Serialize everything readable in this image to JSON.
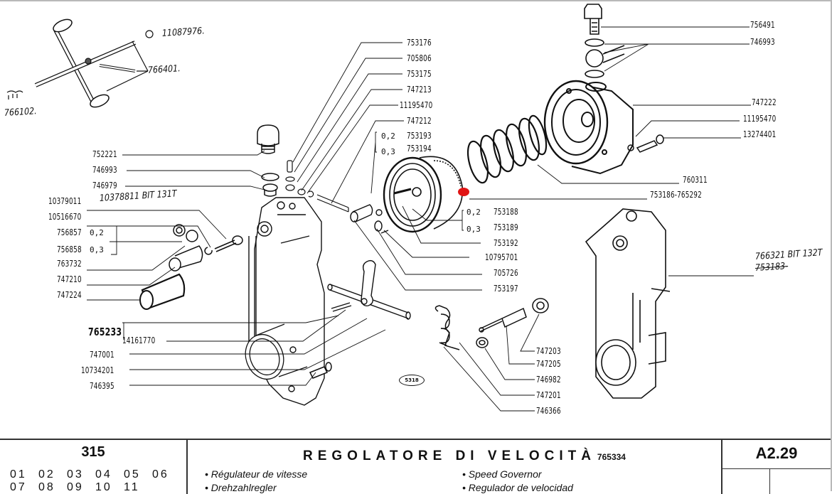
{
  "diagram": {
    "photo_code": "5318",
    "marker_color": "#e01414",
    "handwritten": {
      "top_left_pin": "766102.",
      "top_left_assembly": "766401.",
      "top_left_clip": "11087976.",
      "housing_bolt_correction": "10378811 BIT 131T",
      "right_housing_new": "766321 BIT 132T",
      "right_housing_old": "753183-"
    },
    "labels_left": {
      "l1": "752221",
      "l2": "746993",
      "l3": "746979",
      "l4": "10379011",
      "l5": "10516670",
      "l6": "756857",
      "l6s": "0,2",
      "l7": "756858",
      "l7s": "0,3",
      "l8": "763732",
      "l9": "747210",
      "l10": "747224",
      "l11": "765233",
      "l11b": "14161770",
      "l12": "747001",
      "l13": "10734201",
      "l14": "746395"
    },
    "labels_center_top": {
      "c1": "753176",
      "c2": "705806",
      "c3": "753175",
      "c4": "747213",
      "c5": "11195470",
      "c6": "747212",
      "c7": "753193",
      "c7s": "0,2",
      "c8": "753194",
      "c8s": "0,3"
    },
    "labels_center_mid": {
      "m1": "753188",
      "m1s": "0,2",
      "m2": "753189",
      "m2s": "0,3",
      "m3": "753192",
      "m4": "10795701",
      "m5": "705726",
      "m6": "753197"
    },
    "labels_center_bottom": {
      "b1": "747203",
      "b2": "747205",
      "b3": "746982",
      "b4": "747201",
      "b5": "746366"
    },
    "labels_right": {
      "r1": "756491",
      "r2": "746993",
      "r3": "747222",
      "r4": "11195470",
      "r5": "13274401",
      "r6": "760311",
      "r7": "753186-765292"
    }
  },
  "title_block": {
    "model": "315",
    "variants_row1": [
      "01",
      "02",
      "03",
      "04",
      "05",
      "06"
    ],
    "variants_row2": [
      "07",
      "08",
      "09",
      "10",
      "11"
    ],
    "title": "REGOLATORE DI VELOCITÀ",
    "title_code": "765334",
    "translations": {
      "fr": "• Régulateur de vitesse",
      "de": "• Drehzahlregler",
      "en": "• Speed Governor",
      "es": "• Regulador de velocidad"
    },
    "page_ref": "A2.29"
  }
}
